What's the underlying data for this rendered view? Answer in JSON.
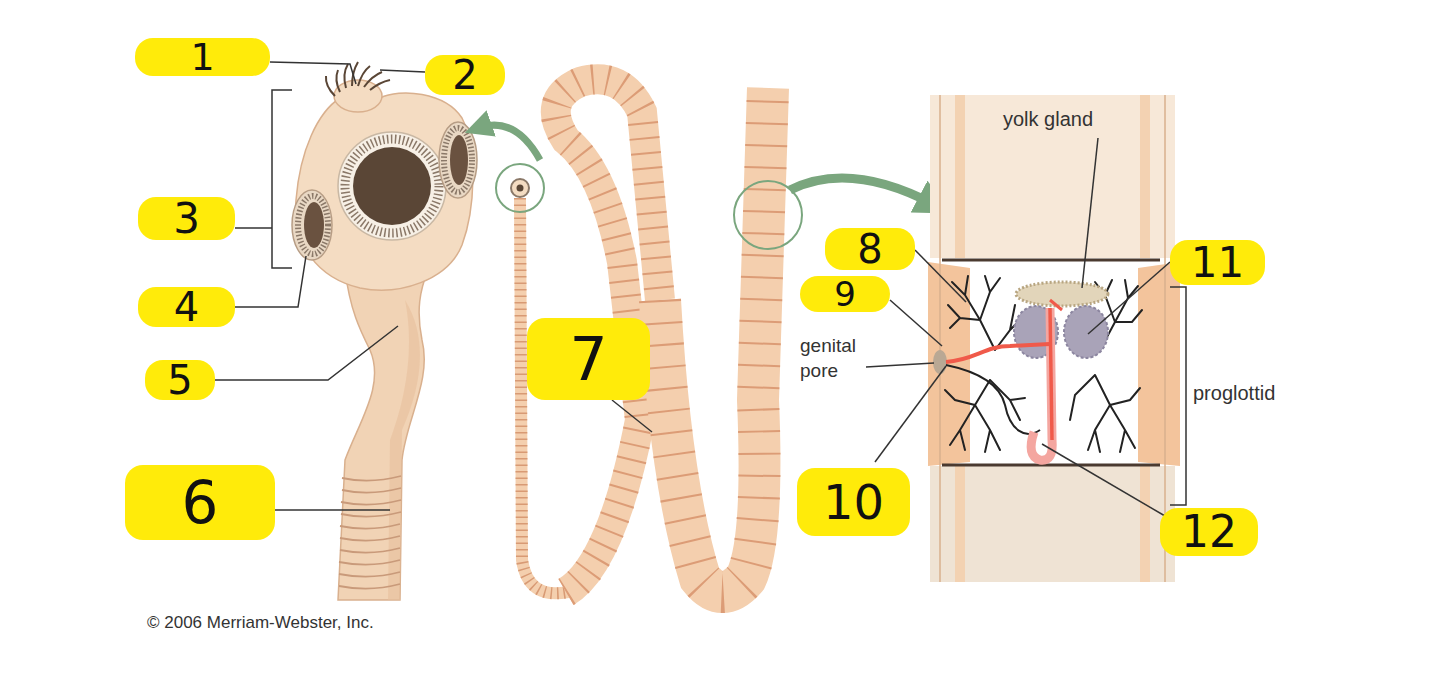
{
  "diagram": {
    "nodes": [
      {
        "text": [
          "1"
        ]
      },
      {
        "text": [
          "2"
        ]
      },
      {
        "text": [
          "3"
        ]
      },
      {
        "text": [
          "4"
        ]
      },
      {
        "text": [
          "5"
        ]
      },
      {
        "text": [
          "6"
        ]
      },
      {
        "text": [
          "7"
        ]
      },
      {
        "text": [
          "8"
        ]
      },
      {
        "text": [
          "9"
        ]
      },
      {
        "text": [
          "10"
        ]
      },
      {
        "text": [
          "11"
        ]
      },
      {
        "text": [
          "12"
        ]
      }
    ],
    "labels": [
      "yolk gland",
      "genital pore",
      "proglottid",
      "© 2006 Merriam-Webster, Inc."
    ]
  }
}
